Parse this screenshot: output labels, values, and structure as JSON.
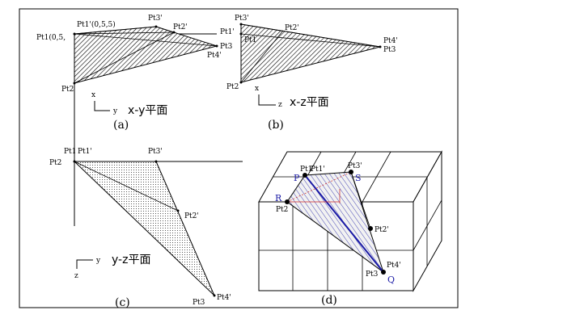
{
  "panel_a": {
    "labels": {
      "pt1": "Pt1(0,5,",
      "pt1p": "Pt1'(0,5,5)",
      "pt3p": "Pt3'",
      "pt2p": "Pt2'",
      "pt3": "Pt3",
      "pt4p": "Pt4'",
      "pt2": "Pt2"
    },
    "axis_x": "x",
    "axis_y": "y",
    "plane": "x-y平面",
    "caption": "(a)"
  },
  "panel_b": {
    "labels": {
      "pt3p": "Pt3'",
      "pt1p": "Pt1'",
      "pt2p": "Pt2'",
      "pt1": "Pt1",
      "pt4p": "Pt4'",
      "pt3": "Pt3",
      "pt2": "Pt2"
    },
    "axis_x": "x",
    "axis_z": "z",
    "plane": "x-z平面",
    "caption": "(b)"
  },
  "panel_c": {
    "labels": {
      "pt1": "Pt1",
      "pt1p": "Pt1'",
      "pt3p": "Pt3'",
      "pt2": "Pt2",
      "pt2p": "Pt2'",
      "pt3": "Pt3",
      "pt4p": "Pt4'"
    },
    "axis_y": "y",
    "axis_z": "z",
    "plane": "y-z平面",
    "caption": "(c)"
  },
  "panel_d": {
    "labels": {
      "p": "P",
      "pt1": "Pt1",
      "pt1p": "Pt1'",
      "pt3p": "Pt3'",
      "s": "S",
      "r": "R",
      "pt2": "Pt2",
      "pt2p": "Pt2'",
      "pt4p": "Pt4'",
      "pt3": "Pt3",
      "q": "Q"
    },
    "caption": "(d)"
  }
}
